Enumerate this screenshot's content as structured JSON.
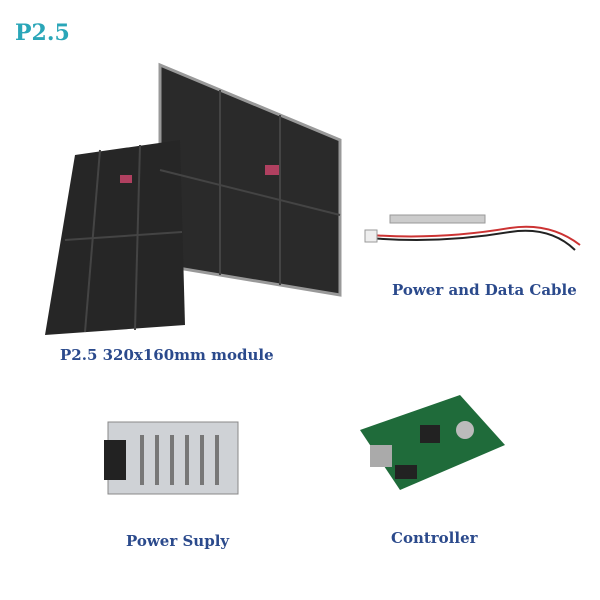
{
  "title": "P2.5",
  "captions": {
    "module": "P2.5 320x160mm module",
    "cable": "Power and Data Cable",
    "power": "Power Suply",
    "controller": "Controller"
  },
  "colors": {
    "title": "#2aa6b8",
    "caption": "#2b4a8c"
  }
}
